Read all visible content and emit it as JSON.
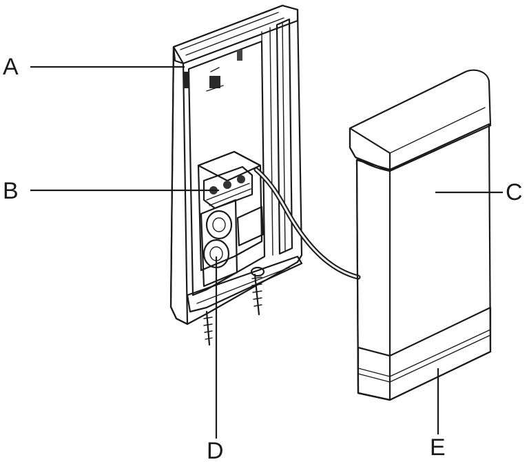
{
  "labels": {
    "a": "A",
    "b": "B",
    "c": "C",
    "d": "D",
    "e": "E"
  },
  "colors": {
    "line": "#1a1a1a",
    "face_light": "#f2f2f2",
    "face_mid": "#e4e4e4",
    "face_dark": "#cfcfcf",
    "shadow": "#bdbdbd"
  }
}
